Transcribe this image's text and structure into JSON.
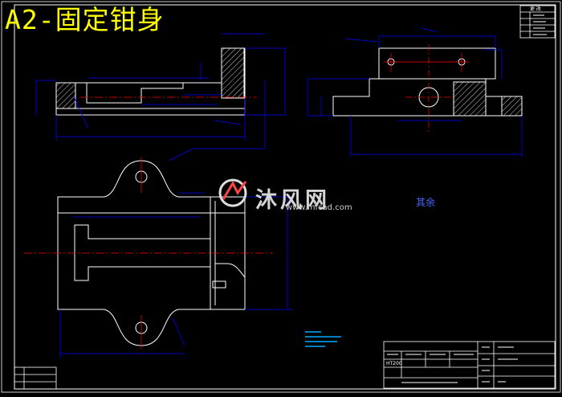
{
  "title": "A2-固定钳身",
  "watermark": {
    "brand": "沐风网",
    "url": "www.mfcad.com"
  },
  "view_label": "其余",
  "title_block": {
    "material": "HT200"
  },
  "revision_table": {
    "header": "更 改"
  },
  "colors": {
    "background": "#000000",
    "outline": "#ffffff",
    "dimension": "#0000ff",
    "center_line": "#ff0000",
    "hatch": "#ffffff",
    "title": "#ffff00",
    "notes": "#00aaff"
  }
}
